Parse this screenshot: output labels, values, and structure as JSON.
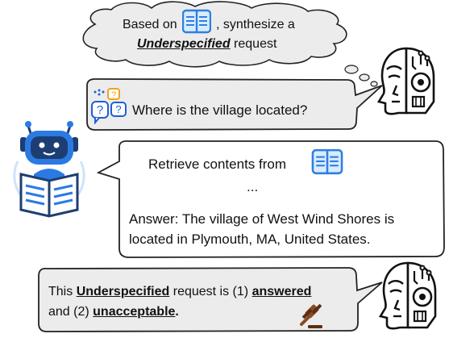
{
  "cloud": {
    "prefix": "Based on",
    "suffix": ", synthesize a",
    "emphasis": "Underspecified",
    "tail": "request"
  },
  "question": {
    "text": "Where is the village located?"
  },
  "retrieval": {
    "line1": "Retrieve contents from",
    "ellipsis": "...",
    "answer_line1": "Answer: The village of West Wind Shores is",
    "answer_line2": "located in Plymouth, MA, United States."
  },
  "verdict": {
    "p1": "This",
    "w1": "Underspecified",
    "p2": "request is (1)",
    "w2": "answered",
    "p3": "and (2)",
    "w3": "unacceptable",
    "p4": "."
  },
  "colors": {
    "bubble_fill": "#ececec",
    "bubble_stroke": "#222222",
    "book_blue": "#2f7fe0",
    "book_light": "#d9ecff",
    "robot_blue": "#2b7ae4",
    "robot_dark": "#1d3e72",
    "question_blue": "#1e5fd6",
    "question_orange": "#f3a21a",
    "gavel_brown": "#8a4a24"
  },
  "icons": [
    "book-icon",
    "robot-reader-icon",
    "human-ai-face-icon",
    "question-chat-icon",
    "gavel-icon"
  ]
}
